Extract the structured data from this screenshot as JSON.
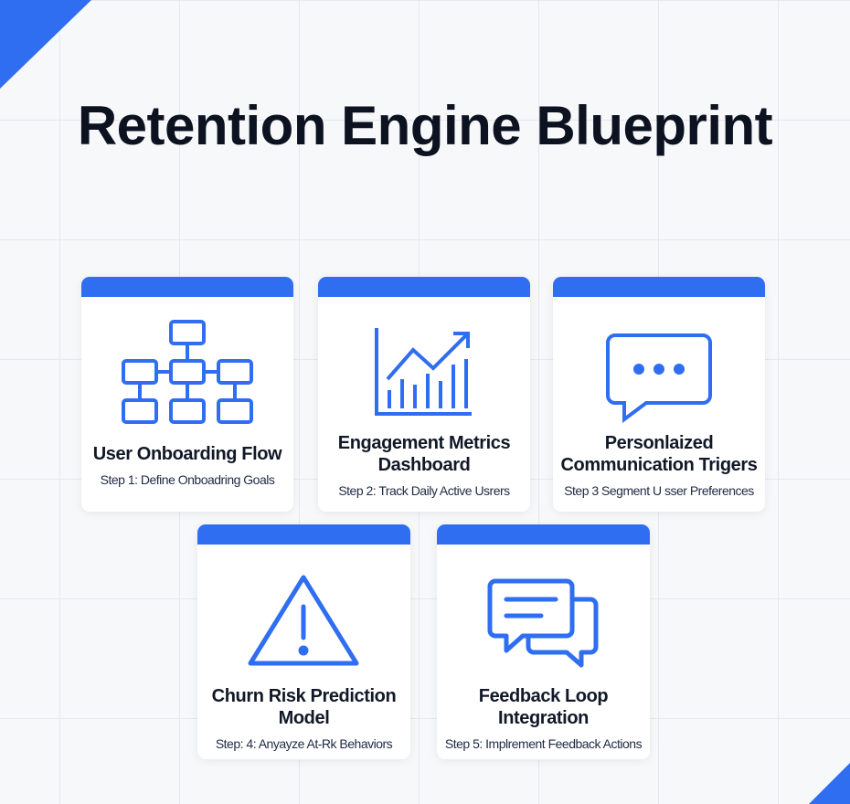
{
  "title": "Retention Engine Blueprint",
  "accent": "#2f6ef0",
  "cards": [
    {
      "icon": "flowchart-icon",
      "title": "User Onboarding Flow",
      "step": "Step 1: Define Onboadring Goals"
    },
    {
      "icon": "growth-chart-icon",
      "title": "Engagement Metrics Dashboard",
      "step": "Step 2: Track Daily Active Usrers"
    },
    {
      "icon": "chat-bubble-icon",
      "title": "Personlaized Communication Trigers",
      "step": "Step 3 Segment U sser Preferences"
    },
    {
      "icon": "warning-icon",
      "title": "Churn Risk Prediction Model",
      "step": "Step: 4: Anyayze At-Rk Behaviors"
    },
    {
      "icon": "conversation-icon",
      "title": "Feedback Loop Integration",
      "step": "Step 5: Implrement Feedback Actions"
    }
  ]
}
